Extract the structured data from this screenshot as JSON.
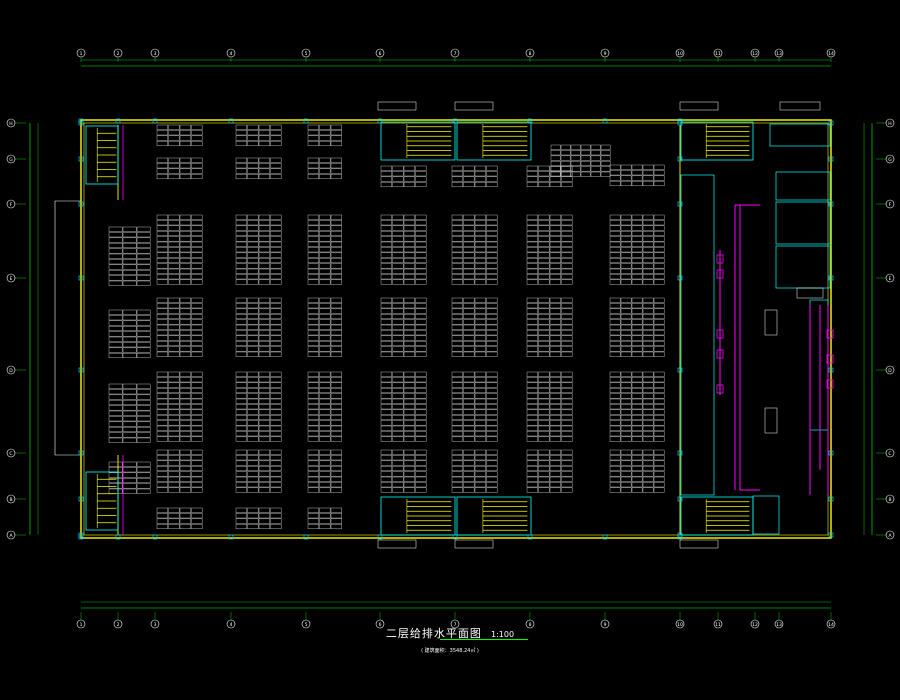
{
  "drawing": {
    "title": "二层给排水平面图",
    "scale": "1:100",
    "subtitle": "( 建筑面积：3548.24㎡ )"
  },
  "axes": {
    "columns": [
      "1",
      "2",
      "3",
      "4",
      "5",
      "6",
      "7",
      "8",
      "9",
      "10",
      "11",
      "12",
      "13",
      "14"
    ],
    "rows": [
      "A",
      "B",
      "C",
      "D",
      "E",
      "F",
      "G",
      "H"
    ]
  },
  "colors": {
    "background": "#000000",
    "wall": "#ffff00",
    "grid": "#00ff00",
    "seats": "#c8c8c8",
    "room": "#00ffff",
    "pipe": "#ff00ff",
    "column": "#00c8ff",
    "bubble": "#ffffff"
  },
  "icons": [
    "axis-bubble",
    "stair",
    "column-marker",
    "seat-grid",
    "pipe-riser"
  ]
}
